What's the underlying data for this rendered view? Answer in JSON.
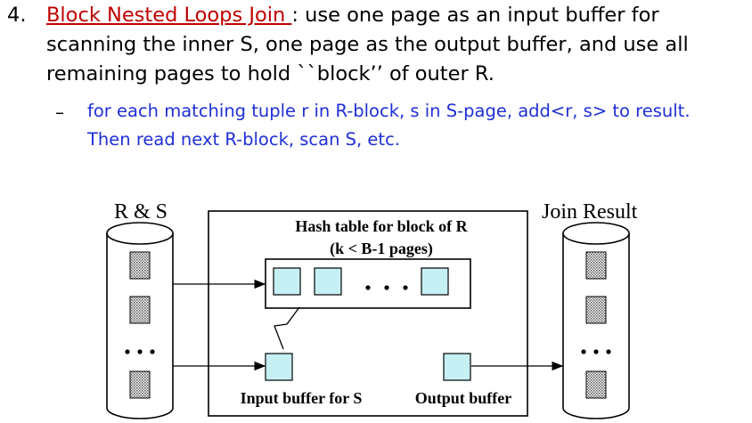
{
  "item": {
    "number": "4.",
    "title": "Block Nested Loops Join ",
    "line1_rest": ": use one page as an input buffer for",
    "line2": "scanning the inner S, one page as the output buffer, and use all",
    "line3": "remaining pages to hold ``block’’ of outer R."
  },
  "subitem": {
    "bullet": "–",
    "line1": "for each matching tuple r in R-block, s in S-page,  add<r, s> to result.",
    "line2": "Then read next R-block, scan S, etc."
  },
  "diagram": {
    "left_disk_label": "R & S",
    "right_disk_label": "Join Result",
    "hash_table_label": "Hash table for block of R",
    "hash_table_sub": "(k < B-1 pages)",
    "ellipsis": ". . .",
    "input_buffer_label": "Input buffer for S",
    "output_buffer_label": "Output buffer",
    "colors": {
      "buffer_fill": "#c6f0f4",
      "text_blue": "#1f2fd6",
      "link_red": "#c00000"
    }
  }
}
